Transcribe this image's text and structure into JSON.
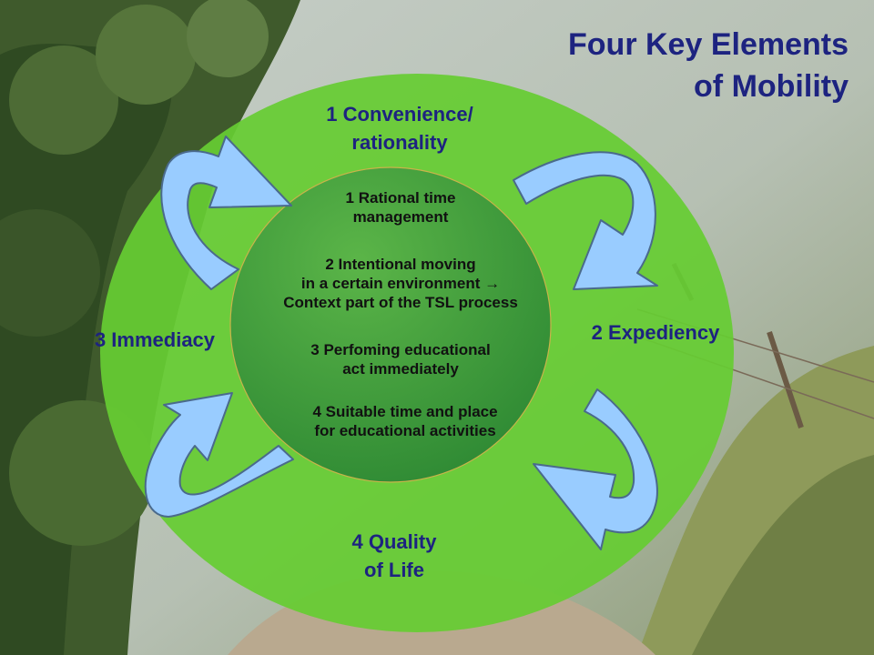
{
  "title": {
    "line1": "Four Key Elements",
    "line2": "of Mobility"
  },
  "outer_elements": {
    "convenience": [
      "1 Convenience/",
      "rationality"
    ],
    "expediency": "2 Expediency",
    "immediacy": "3 Immediacy",
    "quality": [
      "4 Quality",
      "of Life"
    ]
  },
  "inner_elements": [
    [
      "1 Rational time",
      "management"
    ],
    [
      "2 Intentional moving",
      "in a certain environment →",
      "Context part of the TSL process"
    ],
    [
      "3 Perfoming educational",
      "act immediately"
    ],
    [
      "4 Suitable time and place",
      "for educational activities"
    ]
  ],
  "colors": {
    "outer_ellipse": "#66cc33",
    "inner_circle": "#3f9a3a",
    "arrow_fill": "#99ccff",
    "arrow_stroke": "#4a6a8c",
    "text_navy": "#1d2380"
  }
}
